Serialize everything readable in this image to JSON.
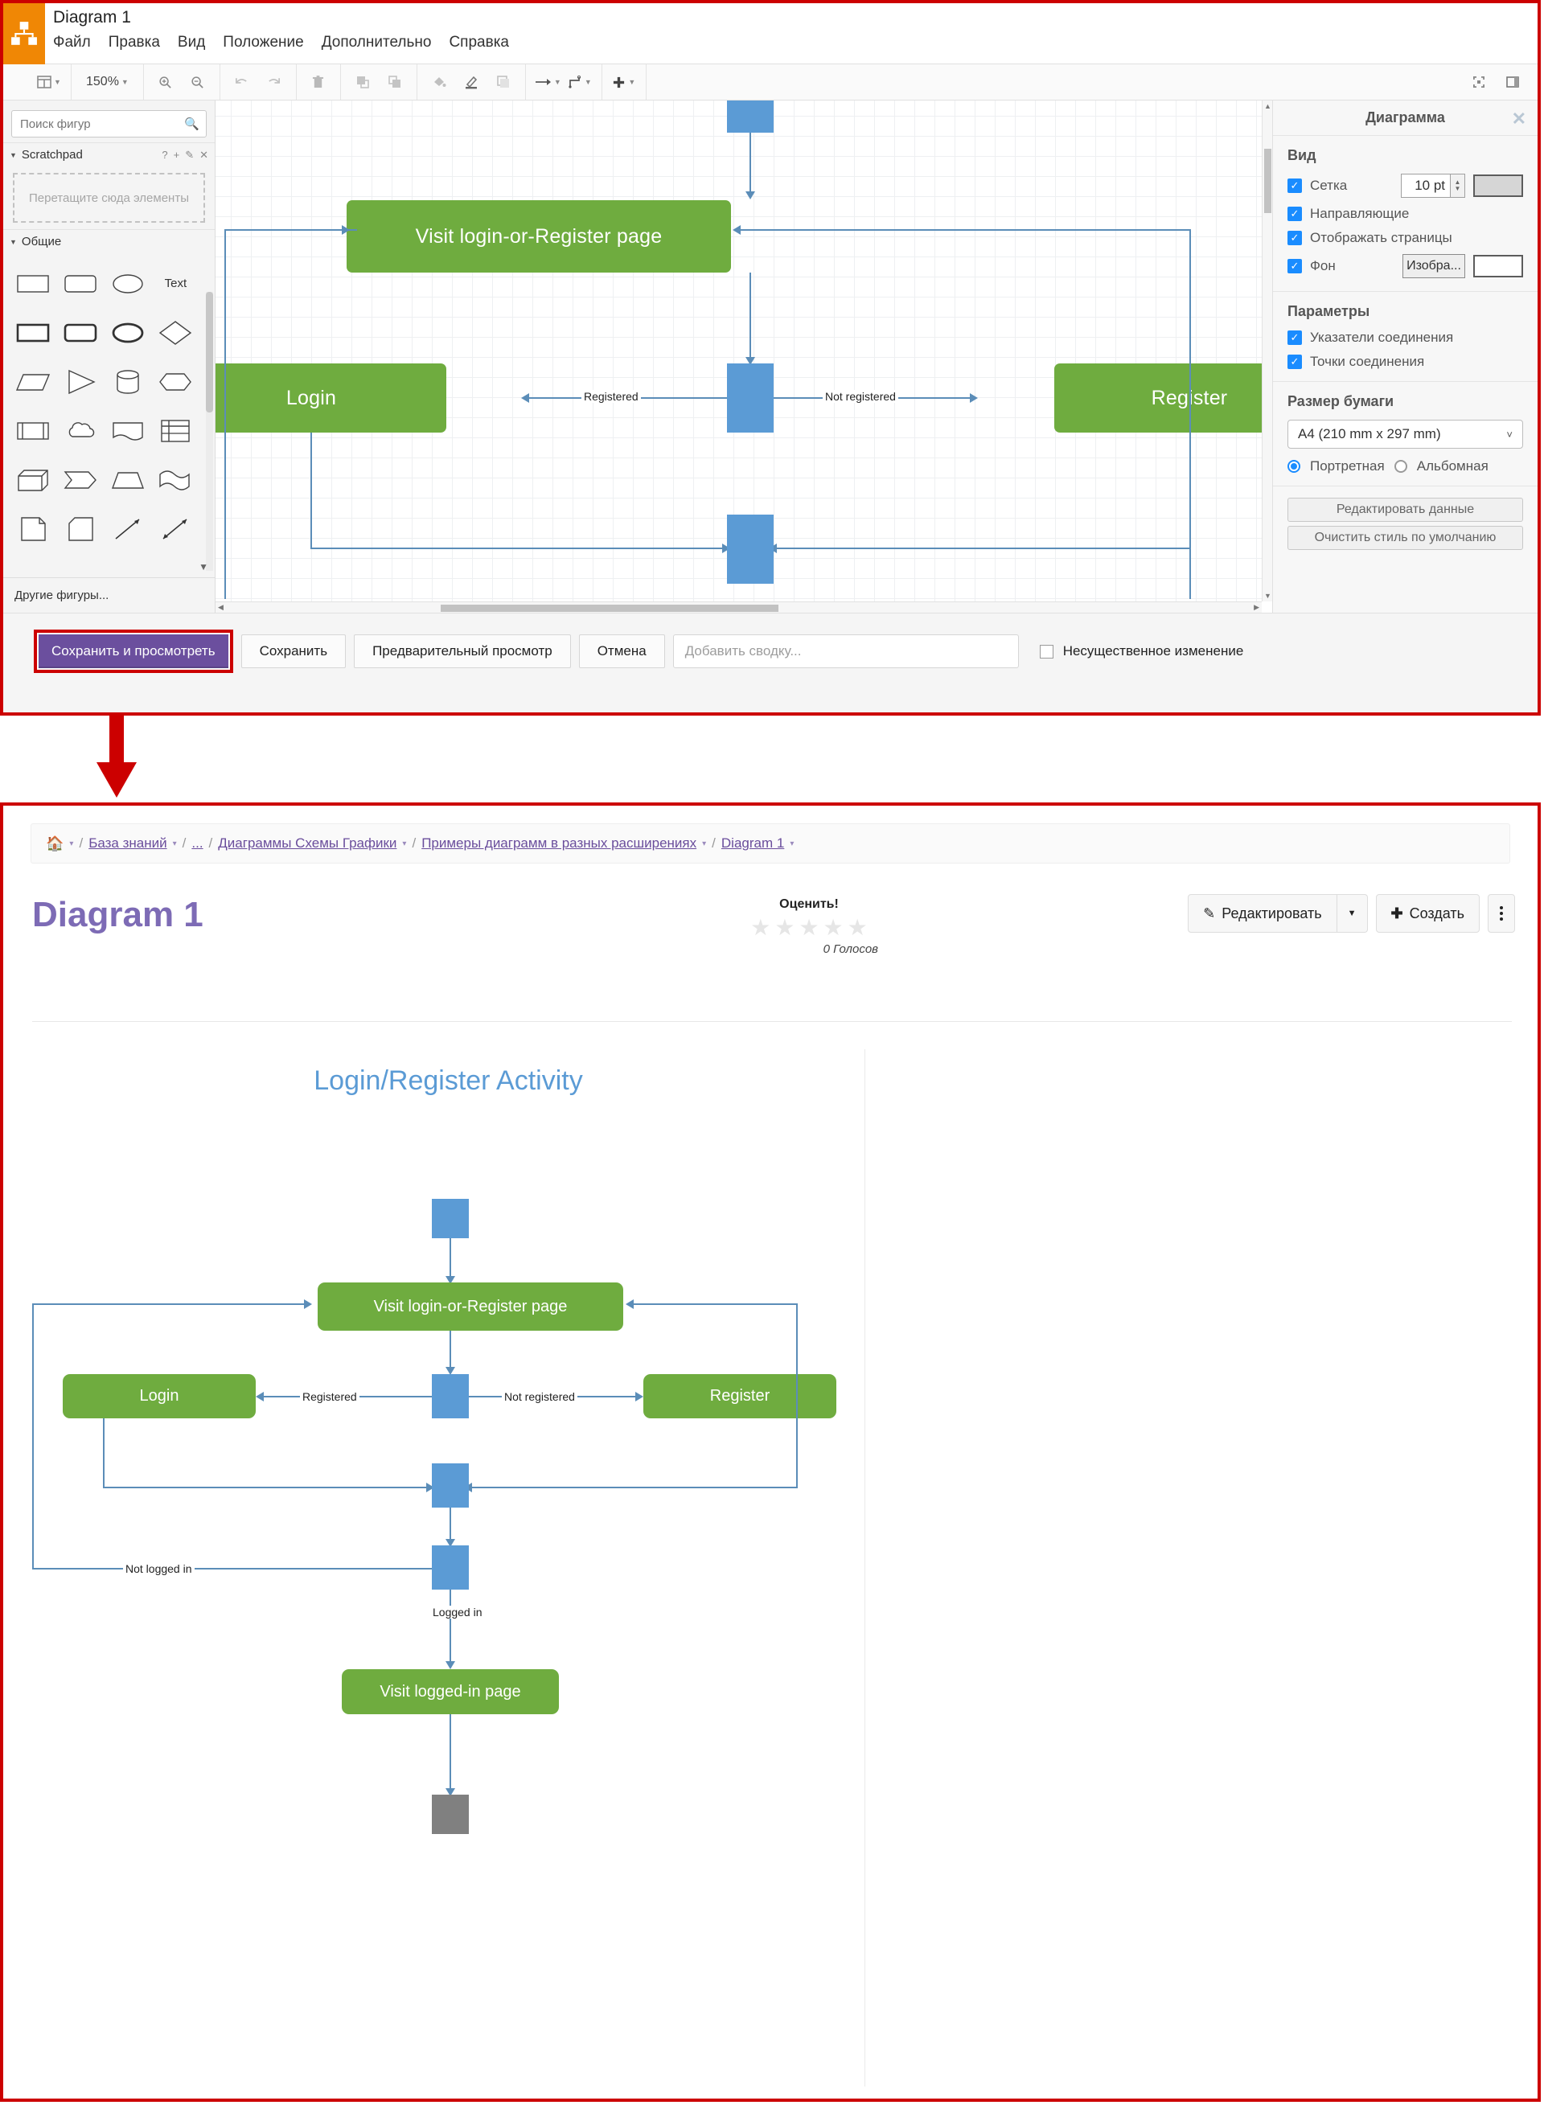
{
  "editor": {
    "app_icon": "drawio-logo-icon",
    "doc_title": "Diagram 1",
    "menu": [
      "Файл",
      "Правка",
      "Вид",
      "Положение",
      "Дополнительно",
      "Справка"
    ],
    "toolbar": {
      "view_layers": "layers-icon",
      "zoom_level": "150%",
      "zoom_in": "zoom-in-icon",
      "zoom_out": "zoom-out-icon",
      "undo": "undo-icon",
      "redo": "redo-icon",
      "delete": "trash-icon",
      "to_front": "bring-to-front-icon",
      "to_back": "send-to-back-icon",
      "fill_color": "fill-bucket-icon",
      "line_color": "line-color-icon",
      "shadow": "shadow-icon",
      "connection": "connection-arrow-icon",
      "waypoints": "waypoints-icon",
      "insert": "plus-icon",
      "fullscreen": "fullscreen-icon",
      "toggle_panel": "toggle-format-panel-icon"
    },
    "shapes_panel": {
      "search_placeholder": "Поиск фигур",
      "scratchpad_label": "Scratchpad",
      "scratchpad_hint": "Перетащите сюда элементы",
      "scratchpad_actions": [
        "?",
        "+",
        "edit-icon",
        "close-icon"
      ],
      "general_label": "Общие",
      "text_shape_label": "Text",
      "more_shapes_label": "Другие фигуры...",
      "shape_names": [
        "rectangle-shape",
        "rounded-rectangle-shape",
        "ellipse-shape",
        "text-shape",
        "double-rectangle-shape",
        "double-rounded-rectangle-shape",
        "double-ellipse-shape",
        "diamond-shape",
        "parallelogram-shape",
        "triangle-shape",
        "cylinder-shape",
        "hexagon-shape",
        "process-shape",
        "cloud-shape",
        "document-shape",
        "table-shape",
        "cube-shape",
        "step-shape",
        "trapezoid-shape",
        "tape-shape",
        "note-shape",
        "card-shape",
        "line-shape",
        "bidirectional-line-shape"
      ]
    },
    "format_panel": {
      "title": "Диаграмма",
      "close": "close-icon",
      "view_header": "Вид",
      "grid_label": "Сетка",
      "grid_size": "10 pt",
      "grid_color": "#d6d6d6",
      "guides_label": "Направляющие",
      "pages_label": "Отображать страницы",
      "background_label": "Фон",
      "background_image_button": "Изобра...",
      "background_color": "#ffffff",
      "options_header": "Параметры",
      "connection_arrows_label": "Указатели соединения",
      "connection_points_label": "Точки соединения",
      "paper_header": "Размер бумаги",
      "paper_size": "A4 (210 mm x 297 mm)",
      "portrait_label": "Портретная",
      "landscape_label": "Альбомная",
      "edit_data_button": "Редактировать данные",
      "clear_style_button": "Очистить стиль по умолчанию"
    },
    "bottom_bar": {
      "save_and_view": "Сохранить и просмотреть",
      "save": "Сохранить",
      "preview": "Предварительный просмотр",
      "cancel": "Отмена",
      "summary_placeholder": "Добавить сводку...",
      "minor_edit_label": "Несущественное изменение",
      "highlight_color": "#cc0000",
      "primary_color": "#6b4f9e"
    }
  },
  "wiki": {
    "breadcrumb": [
      {
        "label": "home-icon",
        "type": "icon"
      },
      {
        "label": "База знаний",
        "type": "link"
      },
      {
        "label": "...",
        "type": "link"
      },
      {
        "label": "Диаграммы Схемы Графики",
        "type": "link"
      },
      {
        "label": "Примеры диаграмм в разных расширениях",
        "type": "link"
      },
      {
        "label": "Diagram 1",
        "type": "link"
      }
    ],
    "page_title": "Diagram 1",
    "rating": {
      "label": "Оценить!",
      "stars": 5,
      "filled": 0,
      "votes_text": "0 Голосов"
    },
    "actions": {
      "edit": "Редактировать",
      "edit_icon": "pencil-icon",
      "edit_caret": "chevron-down-icon",
      "create": "Создать",
      "create_icon": "plus-icon",
      "more": "kebab-menu-icon"
    }
  },
  "chart_data": {
    "type": "diagram",
    "title": "Login/Register Activity",
    "nodes": [
      {
        "id": "start",
        "label": "",
        "shape": "blue-rect",
        "color": "#5b9bd5"
      },
      {
        "id": "visit",
        "label": "Visit login-or-Register page",
        "shape": "green-round",
        "color": "#6fac3f"
      },
      {
        "id": "fork1",
        "label": "",
        "shape": "blue-rect",
        "color": "#5b9bd5"
      },
      {
        "id": "login",
        "label": "Login",
        "shape": "green-round",
        "color": "#6fac3f"
      },
      {
        "id": "register",
        "label": "Register",
        "shape": "green-round",
        "color": "#6fac3f"
      },
      {
        "id": "join1",
        "label": "",
        "shape": "blue-rect",
        "color": "#5b9bd5"
      },
      {
        "id": "fork2",
        "label": "",
        "shape": "blue-rect",
        "color": "#5b9bd5"
      },
      {
        "id": "logged",
        "label": "Visit logged-in page",
        "shape": "green-round",
        "color": "#6fac3f"
      },
      {
        "id": "end",
        "label": "",
        "shape": "gray-rect",
        "color": "#808080"
      }
    ],
    "edges": [
      {
        "from": "start",
        "to": "visit",
        "label": ""
      },
      {
        "from": "visit",
        "to": "fork1",
        "label": ""
      },
      {
        "from": "fork1",
        "to": "login",
        "label": "Registered"
      },
      {
        "from": "fork1",
        "to": "register",
        "label": "Not registered"
      },
      {
        "from": "login",
        "to": "join1",
        "label": ""
      },
      {
        "from": "register",
        "to": "join1",
        "label": ""
      },
      {
        "from": "join1",
        "to": "fork2",
        "label": ""
      },
      {
        "from": "fork2",
        "to": "visit",
        "label": "Not logged in"
      },
      {
        "from": "fork2",
        "to": "logged",
        "label": "Logged in"
      },
      {
        "from": "logged",
        "to": "end",
        "label": ""
      }
    ],
    "labels": [
      "Registered",
      "Not registered",
      "Not logged in",
      "Logged in"
    ]
  }
}
